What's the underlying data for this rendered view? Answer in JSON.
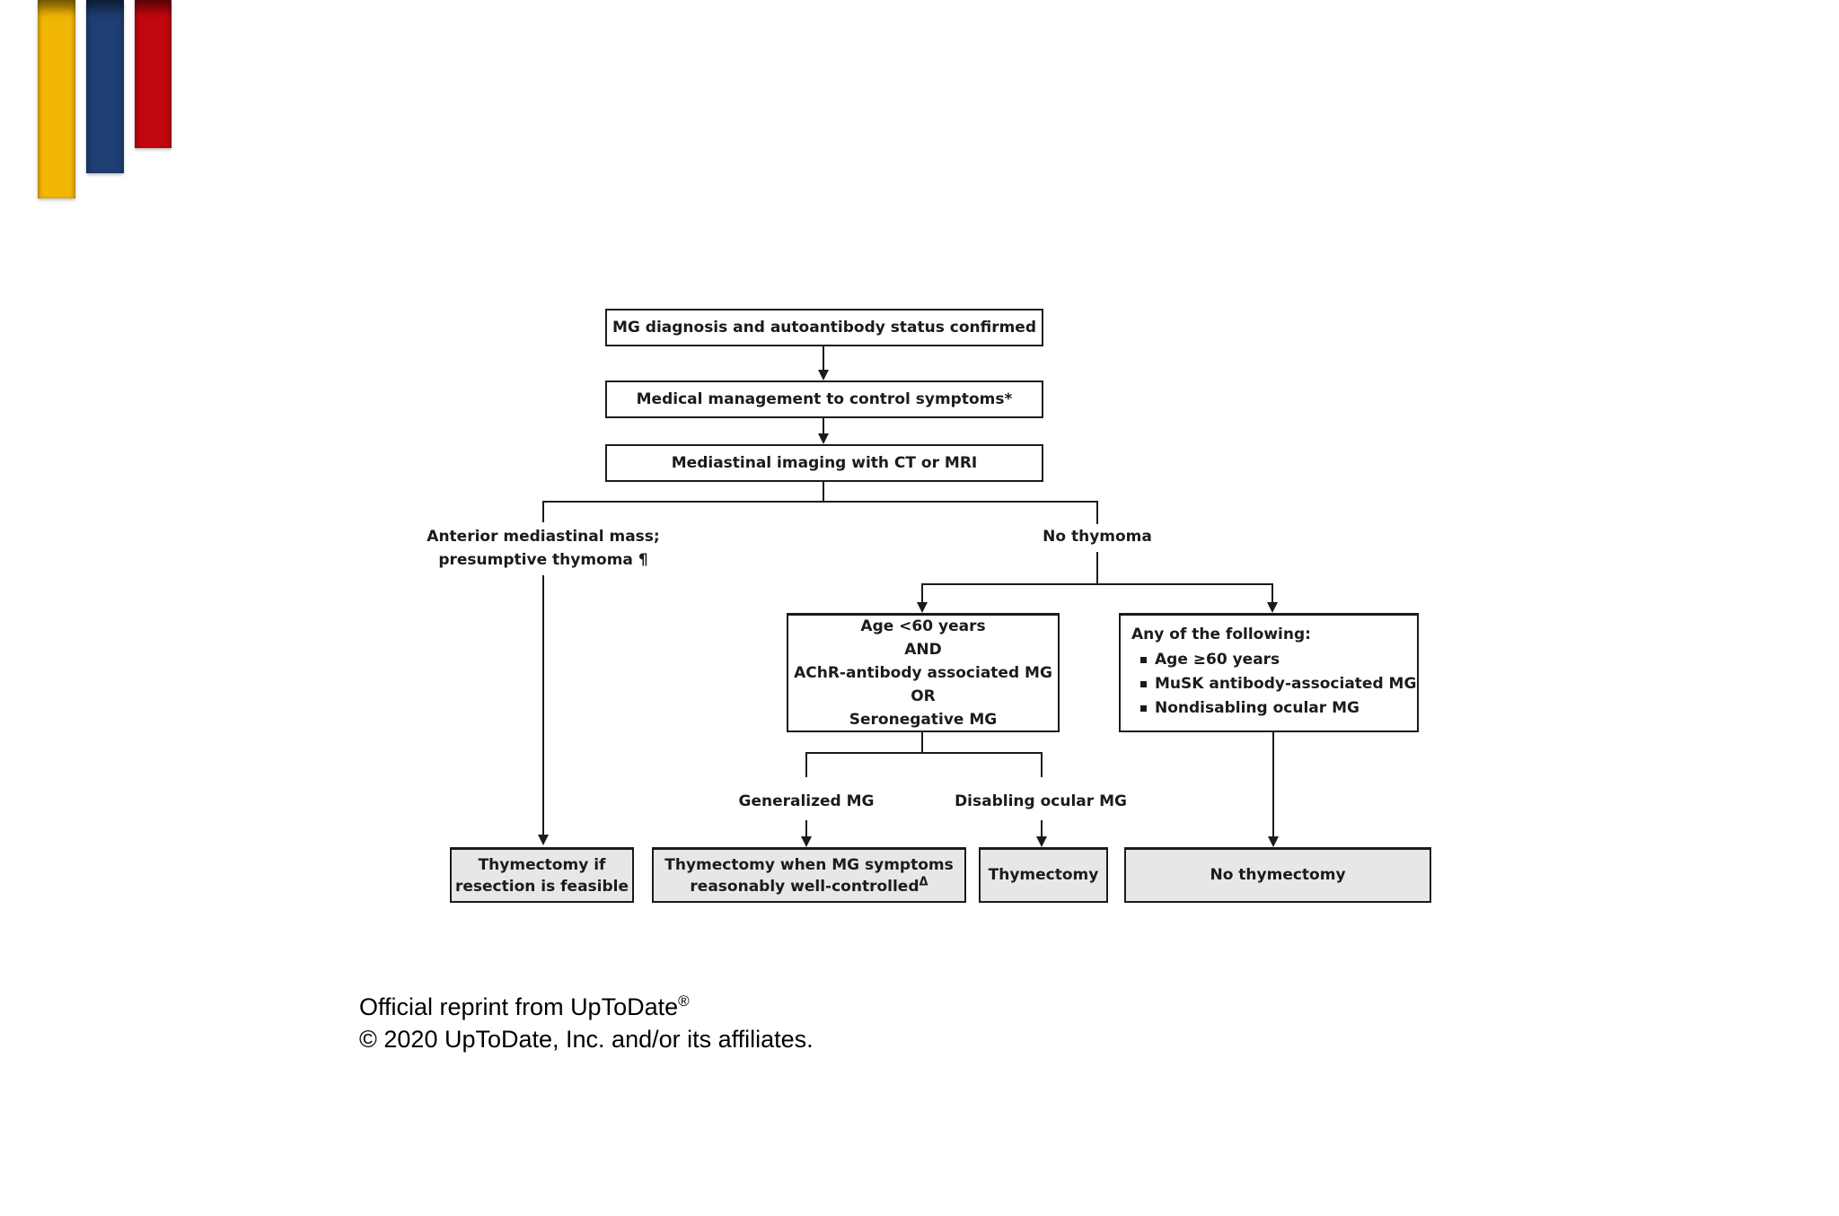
{
  "brand_bars": {
    "yellow_color": "#F2B705",
    "blue_color": "#1E3E74",
    "red_color": "#C2070E"
  },
  "flowchart": {
    "line_color": "#1b1b1b",
    "outcome_fill": "#e7e7e7",
    "box_diagnosis": "MG diagnosis and autoantibody status confirmed",
    "box_medical": "Medical management to control symptoms*",
    "box_imaging": "Mediastinal imaging with CT or MRI",
    "branch_thymoma": {
      "line1": "Anterior mediastinal mass;",
      "line2": "presumptive thymoma ¶"
    },
    "branch_no_thymoma": "No thymoma",
    "box_age_criteria": {
      "lines": [
        "Age <60 years",
        "AND",
        "AChR-antibody associated MG",
        "OR",
        "Seronegative MG"
      ]
    },
    "box_any_criteria": {
      "title": "Any of the following:",
      "bullets": [
        "Age ≥60 years",
        "MuSK antibody-associated MG",
        "Nondisabling ocular MG"
      ]
    },
    "label_generalized": "Generalized MG",
    "label_disabling_ocular": "Disabling ocular MG",
    "outcome_feasible": {
      "line1": "Thymectomy if",
      "line2": "resection is feasible"
    },
    "outcome_when_controlled": {
      "line1": "Thymectomy when MG symptoms",
      "line2": "reasonably well-controlled",
      "sup": "Δ"
    },
    "outcome_thymectomy": "Thymectomy",
    "outcome_no_thymectomy": "No thymectomy"
  },
  "footer": {
    "line1": "Official reprint from UpToDate",
    "line1_sup": "®",
    "line2": "© 2020 UpToDate, Inc. and/or its affiliates."
  }
}
